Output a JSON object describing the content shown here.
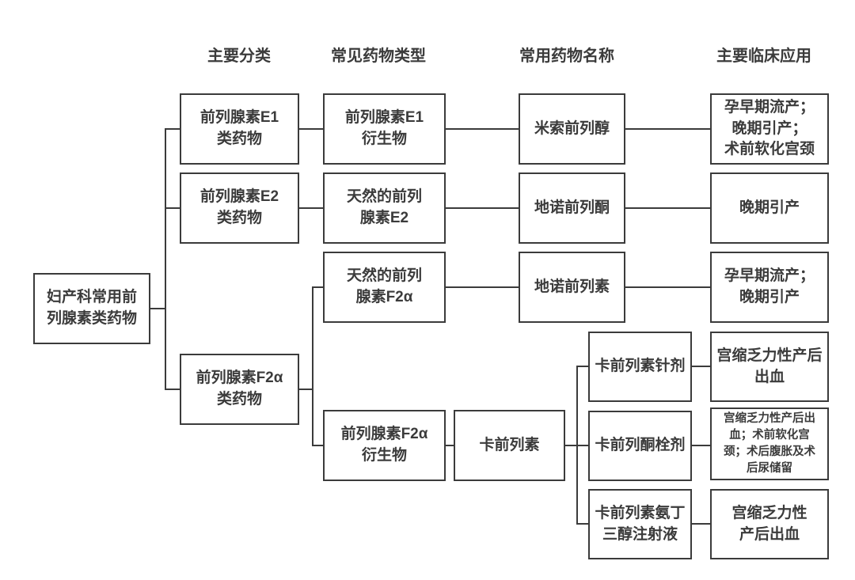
{
  "diagram": {
    "type": "flowchart",
    "accent_color": "#3b3b3b",
    "background_color": "#ffffff",
    "column_headers": {
      "classification": "主要分类",
      "drug_type": "常见药物类型",
      "drug_name": "常用药物名称",
      "clinical_application": "主要临床应用"
    },
    "root": {
      "label": "妇产科常用前\n列腺素类药物"
    },
    "classification": {
      "e1": "前列腺素E1\n类药物",
      "e2": "前列腺素E2\n类药物",
      "f2a": "前列腺素F2α\n类药物"
    },
    "drug_types": {
      "e1_derivative": "前列腺素E1\n衍生物",
      "natural_e2": "天然的前列\n腺素E2",
      "natural_f2a": "天然的前列\n腺素F2α",
      "f2a_derivative": "前列腺素F2α\n衍生物"
    },
    "drug_names": {
      "misoprostol": "米索前列醇",
      "dinoprostone": "地诺前列酮",
      "dinoprost": "地诺前列素",
      "carboprost": "卡前列素",
      "carboprost_injection": "卡前列素针剂",
      "carboprost_suppository": "卡前列酮栓剂",
      "carboprost_tromethamine": "卡前列素氨丁\n三醇注射液"
    },
    "clinical_applications": {
      "misoprostol_use": "孕早期流产；\n晚期引产；\n术前软化宫颈",
      "dinoprostone_use": "晚期引产",
      "dinoprost_use": "孕早期流产；\n晚期引产",
      "injection_use": "宫缩乏力性产后\n出血",
      "suppository_use": "宫缩乏力性产后出\n血；术前软化宫\n颈；术后腹胀及术\n后尿储留",
      "tromethamine_use": "宫缩乏力性\n产后出血"
    }
  }
}
